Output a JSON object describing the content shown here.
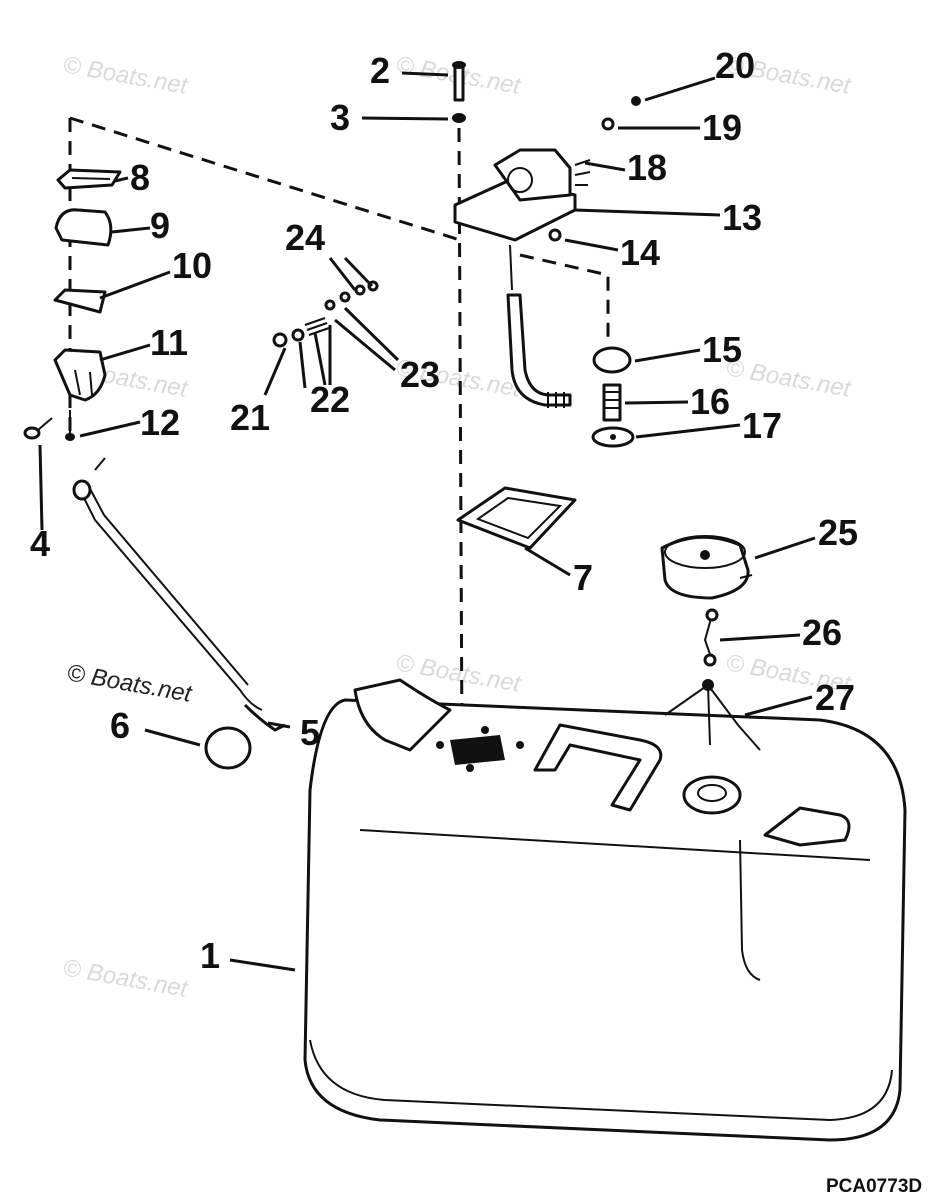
{
  "watermark": "© Boats.net",
  "watermark_dark": "© Boats.net",
  "drawing_code": "PCA0773D",
  "callouts": {
    "c1": "1",
    "c2": "2",
    "c3": "3",
    "c4": "4",
    "c5": "5",
    "c6": "6",
    "c7": "7",
    "c8": "8",
    "c9": "9",
    "c10": "10",
    "c11": "11",
    "c12": "12",
    "c13": "13",
    "c14": "14",
    "c15": "15",
    "c16": "16",
    "c17": "17",
    "c18": "18",
    "c19": "19",
    "c20": "20",
    "c21": "21",
    "c22": "22",
    "c23": "23",
    "c24": "24",
    "c25": "25",
    "c26": "26",
    "c27": "27"
  }
}
